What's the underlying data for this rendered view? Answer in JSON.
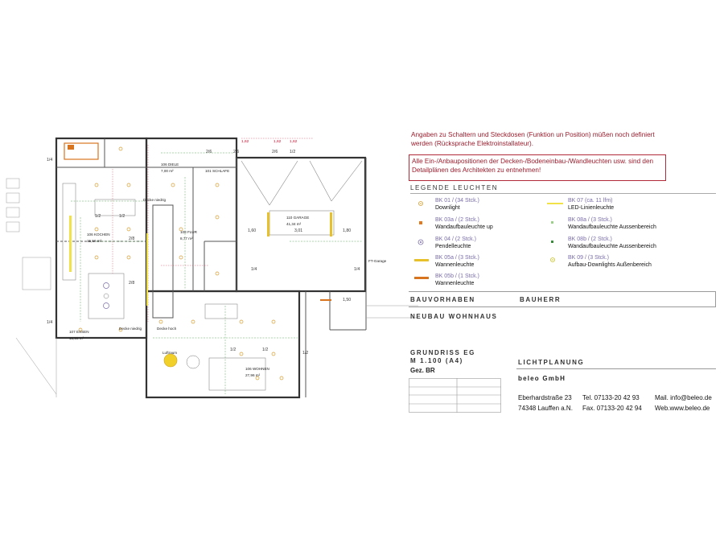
{
  "notes": {
    "note1": "Angaben zu Schaltern und Steckdosen (Funktion un Position) müßen noch definiert werden (Rücksprache Elektroinstallateur).",
    "note2": "Alle Ein-/Anbaupositionen der Decken-/Bodeneinbau-/Wandleuchten usw. sind den Detailplänen des Architekten zu entnehmen!"
  },
  "legend": {
    "heading": "LEGENDE LEUCHTEN",
    "items": [
      {
        "code": "BK 01 / (34 Stck.)",
        "name": "Downlight",
        "icon": "downlight-icon",
        "color": "#d79a2b"
      },
      {
        "code": "BK 07 (ca. 11 lfm)",
        "name": "LED-Linienleuchte",
        "icon": "led-line-icon",
        "color": "#f2e24a"
      },
      {
        "code": "BK 03a / (2 Stck.)",
        "name": "Wandaufbauleuchte up",
        "icon": "wall-light-up-icon",
        "color": "#e07a20"
      },
      {
        "code": "BK 08a / (3 Stck.)",
        "name": "Wandaufbauleuchte Aussenbereich",
        "icon": "wall-light-outdoor-icon",
        "color": "#9ccf8a"
      },
      {
        "code": "BK 04 / (2 Stck.)",
        "name": "Pendelleuchte",
        "icon": "pendant-icon",
        "color": "#7a6ca8"
      },
      {
        "code": "BK 08b / (2 Stck.)",
        "name": "Wandaufbauleuchte Aussenbereich",
        "icon": "wall-light-outdoor-b-icon",
        "color": "#3c8a3c"
      },
      {
        "code": "BK 05a / (3 Stck.)",
        "name": "Wannenleuchte",
        "icon": "tub-light-a-icon",
        "color": "#e8c02a"
      },
      {
        "code": "BK 09 / (3 Stck.)",
        "name": "Aufbau-Downlights Außenbereich",
        "icon": "outdoor-downlight-icon",
        "color": "#c8c020"
      },
      {
        "code": "BK 05b / (1 Stck.)",
        "name": "Wannenleuchte",
        "icon": "tub-light-b-icon",
        "color": "#d9741e"
      }
    ]
  },
  "project": {
    "bauvorhaben_label": "BAUVORHABEN",
    "bauherr_label": "BAUHERR",
    "project_name": "NEUBAU WOHNHAUS",
    "plan_title": "GRUNDRISS EG",
    "scale": "M 1.100 (A4)",
    "drawn_by": "Gez. BR"
  },
  "lighting": {
    "label": "LICHTPLANUNG",
    "firm": "beleo GmbH",
    "street": "Eberhardstraße 23",
    "city": "74348 Lauffen a.N.",
    "tel": "Tel. 07133-20 42 93",
    "fax": "Fax. 07133-20 42 94",
    "mail": "Mail. info@beleo.de",
    "web": "Web.www.beleo.de"
  },
  "rooms": {
    "diele": "106 DIELE",
    "diele_area": "7,00 m²",
    "schlafen": "101 SCHLAFE",
    "flur": "108 FLUR",
    "flur_area": "8,77 m²",
    "kochen": "106 KOCHEN",
    "kochen_area": "15,56 m²",
    "essen": "107 ESSEN",
    "essen_area": "15,56 m²",
    "wohnen": "106 WOHNEN",
    "wohnen_area": "27,96 m²",
    "garage": "110 GARAGE",
    "garage_area": "41,34 m²",
    "ft_garage": "FT-Garage",
    "decke_niedrig_1": "Decke niedrig",
    "decke_niedrig_2": "Decke niedrig",
    "decke_hoch": "Decke hoch",
    "luftraum": "Luftraum"
  },
  "dims": {
    "d1": "1/4",
    "d2": "1/2",
    "d3": "2/6",
    "d4": "3,01",
    "d5": "1,60",
    "d6": "1,80",
    "d7": "1,50",
    "d8": "1,62",
    "d9": "2/8"
  }
}
